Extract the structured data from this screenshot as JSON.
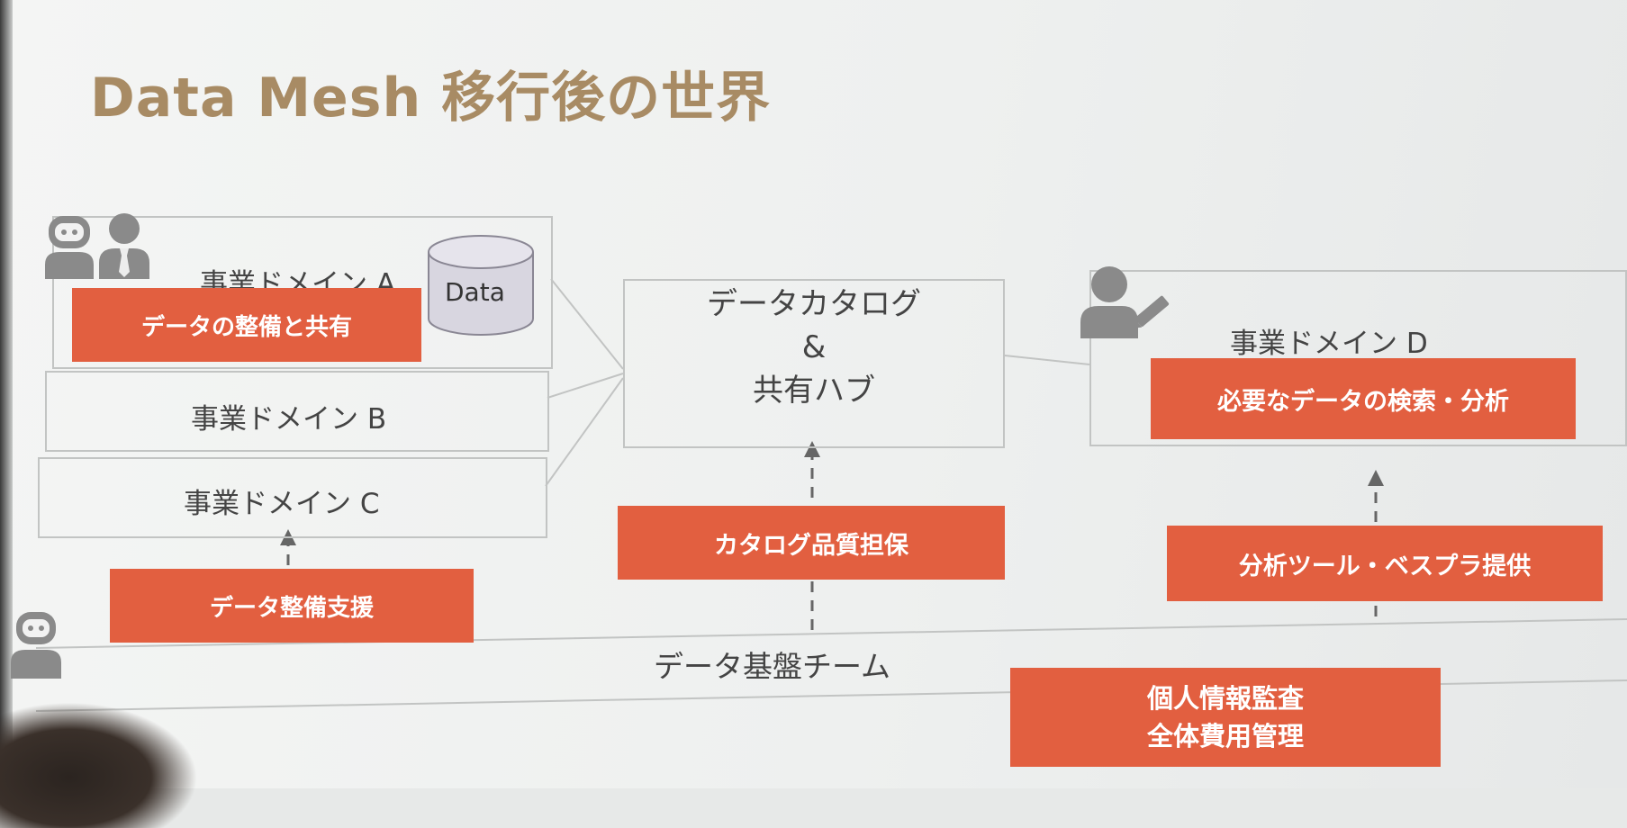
{
  "title": "Data Mesh 移行後の世界",
  "domains": {
    "a": {
      "label": "事業ドメイン A",
      "tag": "データの整備と共有",
      "db_label": "Data"
    },
    "b": {
      "label": "事業ドメイン B"
    },
    "c": {
      "label": "事業ドメイン C",
      "support_tag": "データ整備支援"
    },
    "d": {
      "label": "事業ドメイン D",
      "tag": "必要なデータの検索・分析",
      "support_tag": "分析ツール・ベスプラ提供"
    }
  },
  "hub": {
    "line1": "データカタログ",
    "line2": "&",
    "line3": "共有ハブ",
    "support_tag": "カタログ品質担保"
  },
  "platform": {
    "label": "データ基盤チーム",
    "tag_line1": "個人情報監査",
    "tag_line2": "全体費用管理"
  },
  "icons": [
    "robot-icon",
    "businessman-icon",
    "person-edit-icon",
    "database-icon"
  ],
  "colors": {
    "title": "#a88b64",
    "tag": "#e25f40",
    "border": "#c2c4c3",
    "text": "#444444"
  }
}
